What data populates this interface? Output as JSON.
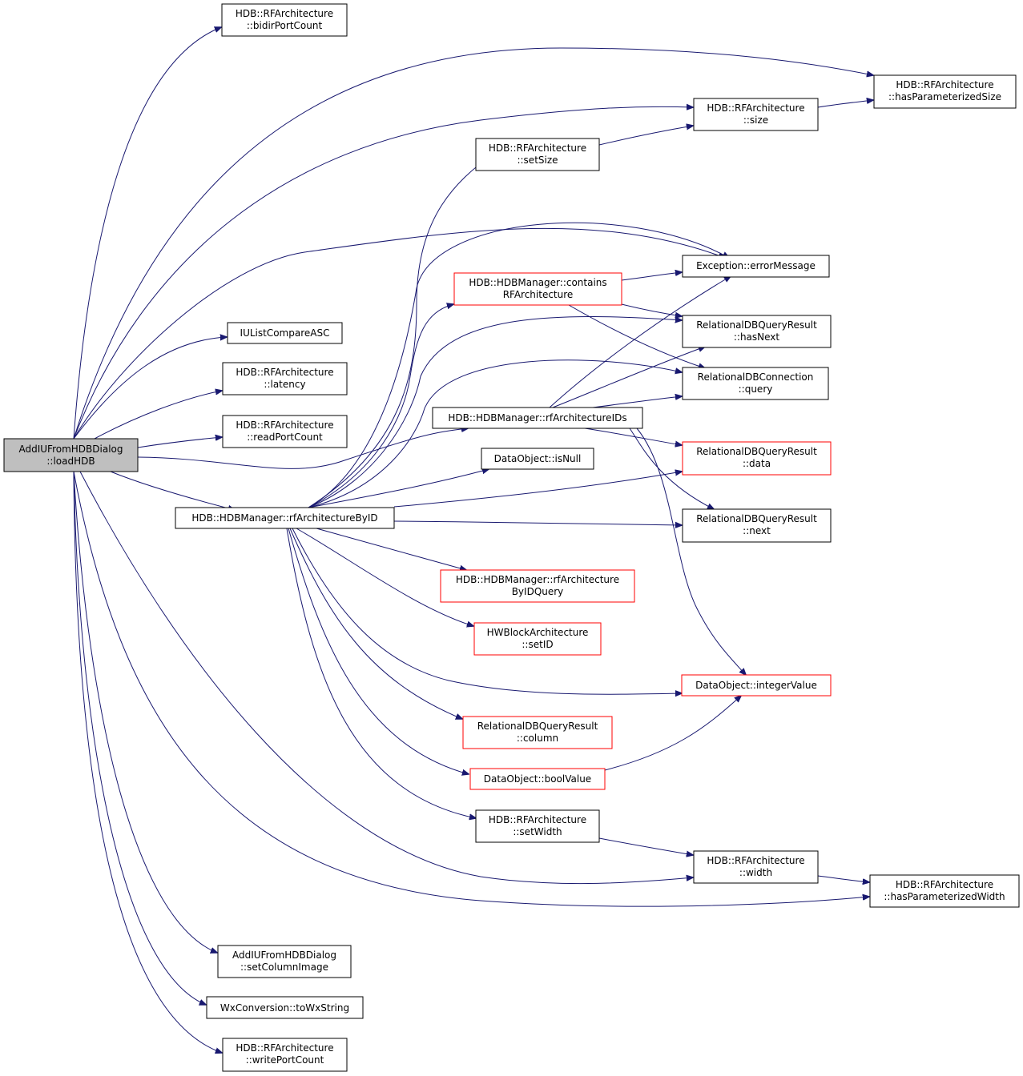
{
  "graph": {
    "nodes": [
      {
        "id": "loadHDB",
        "lines": [
          "AddIUFromHDBDialog",
          "::loadHDB"
        ],
        "style": "root"
      },
      {
        "id": "bidirPortCount",
        "lines": [
          "HDB::RFArchitecture",
          "::bidirPortCount"
        ],
        "style": "normal"
      },
      {
        "id": "hasParameterizedSize",
        "lines": [
          "HDB::RFArchitecture",
          "::hasParameterizedSize"
        ],
        "style": "normal"
      },
      {
        "id": "size",
        "lines": [
          "HDB::RFArchitecture",
          "::size"
        ],
        "style": "normal"
      },
      {
        "id": "setSize",
        "lines": [
          "HDB::RFArchitecture",
          "::setSize"
        ],
        "style": "normal"
      },
      {
        "id": "errorMessage",
        "lines": [
          "Exception::errorMessage"
        ],
        "style": "normal"
      },
      {
        "id": "containsRFArchitecture",
        "lines": [
          "HDB::HDBManager::contains",
          "RFArchitecture"
        ],
        "style": "red"
      },
      {
        "id": "hasNext",
        "lines": [
          "RelationalDBQueryResult",
          "::hasNext"
        ],
        "style": "normal"
      },
      {
        "id": "IUListCompareASC",
        "lines": [
          "IUListCompareASC"
        ],
        "style": "normal"
      },
      {
        "id": "latency",
        "lines": [
          "HDB::RFArchitecture",
          "::latency"
        ],
        "style": "normal"
      },
      {
        "id": "query",
        "lines": [
          "RelationalDBConnection",
          "::query"
        ],
        "style": "normal"
      },
      {
        "id": "rfArchitectureIDs",
        "lines": [
          "HDB::HDBManager::rfArchitectureIDs"
        ],
        "style": "normal"
      },
      {
        "id": "readPortCount",
        "lines": [
          "HDB::RFArchitecture",
          "::readPortCount"
        ],
        "style": "normal"
      },
      {
        "id": "data",
        "lines": [
          "RelationalDBQueryResult",
          "::data"
        ],
        "style": "red"
      },
      {
        "id": "isNull",
        "lines": [
          "DataObject::isNull"
        ],
        "style": "normal"
      },
      {
        "id": "rfArchitectureByID",
        "lines": [
          "HDB::HDBManager::rfArchitectureByID"
        ],
        "style": "normal"
      },
      {
        "id": "next",
        "lines": [
          "RelationalDBQueryResult",
          "::next"
        ],
        "style": "normal"
      },
      {
        "id": "rfArchitectureByIDQuery",
        "lines": [
          "HDB::HDBManager::rfArchitecture",
          "ByIDQuery"
        ],
        "style": "red"
      },
      {
        "id": "setID",
        "lines": [
          "HWBlockArchitecture",
          "::setID"
        ],
        "style": "red"
      },
      {
        "id": "integerValue",
        "lines": [
          "DataObject::integerValue"
        ],
        "style": "red"
      },
      {
        "id": "column",
        "lines": [
          "RelationalDBQueryResult",
          "::column"
        ],
        "style": "red"
      },
      {
        "id": "boolValue",
        "lines": [
          "DataObject::boolValue"
        ],
        "style": "red"
      },
      {
        "id": "setWidth",
        "lines": [
          "HDB::RFArchitecture",
          "::setWidth"
        ],
        "style": "normal"
      },
      {
        "id": "width",
        "lines": [
          "HDB::RFArchitecture",
          "::width"
        ],
        "style": "normal"
      },
      {
        "id": "hasParameterizedWidth",
        "lines": [
          "HDB::RFArchitecture",
          "::hasParameterizedWidth"
        ],
        "style": "normal"
      },
      {
        "id": "setColumnImage",
        "lines": [
          "AddIUFromHDBDialog",
          "::setColumnImage"
        ],
        "style": "normal"
      },
      {
        "id": "toWxString",
        "lines": [
          "WxConversion::toWxString"
        ],
        "style": "normal"
      },
      {
        "id": "writePortCount",
        "lines": [
          "HDB::RFArchitecture",
          "::writePortCount"
        ],
        "style": "normal"
      }
    ],
    "edges": [
      {
        "from": "loadHDB",
        "to": "bidirPortCount"
      },
      {
        "from": "loadHDB",
        "to": "hasParameterizedSize"
      },
      {
        "from": "loadHDB",
        "to": "size"
      },
      {
        "from": "loadHDB",
        "to": "errorMessage"
      },
      {
        "from": "loadHDB",
        "to": "IUListCompareASC"
      },
      {
        "from": "loadHDB",
        "to": "latency"
      },
      {
        "from": "loadHDB",
        "to": "readPortCount"
      },
      {
        "from": "loadHDB",
        "to": "rfArchitectureIDs"
      },
      {
        "from": "loadHDB",
        "to": "rfArchitectureByID"
      },
      {
        "from": "loadHDB",
        "to": "width"
      },
      {
        "from": "loadHDB",
        "to": "hasParameterizedWidth"
      },
      {
        "from": "loadHDB",
        "to": "setColumnImage"
      },
      {
        "from": "loadHDB",
        "to": "toWxString"
      },
      {
        "from": "loadHDB",
        "to": "writePortCount"
      },
      {
        "from": "size",
        "to": "hasParameterizedSize"
      },
      {
        "from": "setSize",
        "to": "size"
      },
      {
        "from": "containsRFArchitecture",
        "to": "errorMessage"
      },
      {
        "from": "containsRFArchitecture",
        "to": "hasNext"
      },
      {
        "from": "containsRFArchitecture",
        "to": "query"
      },
      {
        "from": "rfArchitectureIDs",
        "to": "errorMessage"
      },
      {
        "from": "rfArchitectureIDs",
        "to": "hasNext"
      },
      {
        "from": "rfArchitectureIDs",
        "to": "query"
      },
      {
        "from": "rfArchitectureIDs",
        "to": "data"
      },
      {
        "from": "rfArchitectureIDs",
        "to": "next"
      },
      {
        "from": "rfArchitectureIDs",
        "to": "integerValue"
      },
      {
        "from": "rfArchitectureByID",
        "to": "setSize"
      },
      {
        "from": "rfArchitectureByID",
        "to": "errorMessage"
      },
      {
        "from": "rfArchitectureByID",
        "to": "containsRFArchitecture"
      },
      {
        "from": "rfArchitectureByID",
        "to": "hasNext"
      },
      {
        "from": "rfArchitectureByID",
        "to": "query"
      },
      {
        "from": "rfArchitectureByID",
        "to": "isNull"
      },
      {
        "from": "rfArchitectureByID",
        "to": "data"
      },
      {
        "from": "rfArchitectureByID",
        "to": "next"
      },
      {
        "from": "rfArchitectureByID",
        "to": "rfArchitectureByIDQuery"
      },
      {
        "from": "rfArchitectureByID",
        "to": "setID"
      },
      {
        "from": "rfArchitectureByID",
        "to": "integerValue"
      },
      {
        "from": "rfArchitectureByID",
        "to": "column"
      },
      {
        "from": "rfArchitectureByID",
        "to": "boolValue"
      },
      {
        "from": "rfArchitectureByID",
        "to": "setWidth"
      },
      {
        "from": "boolValue",
        "to": "integerValue"
      },
      {
        "from": "setWidth",
        "to": "width"
      },
      {
        "from": "width",
        "to": "hasParameterizedWidth"
      }
    ]
  }
}
